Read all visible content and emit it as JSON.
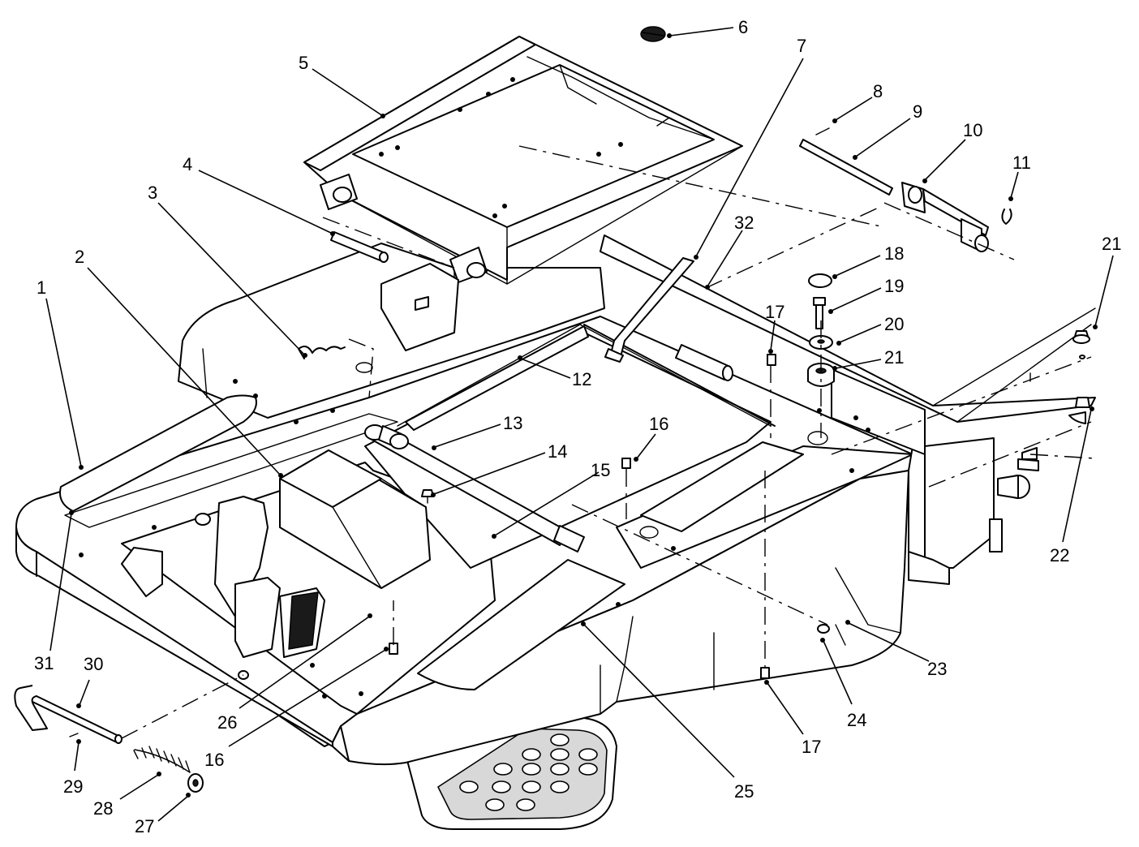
{
  "diagram": {
    "type": "exploded-parts-diagram",
    "callouts": [
      {
        "id": "c1",
        "number": "1"
      },
      {
        "id": "c2",
        "number": "2"
      },
      {
        "id": "c3",
        "number": "3"
      },
      {
        "id": "c4",
        "number": "4"
      },
      {
        "id": "c5",
        "number": "5"
      },
      {
        "id": "c6",
        "number": "6"
      },
      {
        "id": "c7",
        "number": "7"
      },
      {
        "id": "c8",
        "number": "8"
      },
      {
        "id": "c9",
        "number": "9"
      },
      {
        "id": "c10",
        "number": "10"
      },
      {
        "id": "c11",
        "number": "11"
      },
      {
        "id": "c12",
        "number": "12"
      },
      {
        "id": "c13",
        "number": "13"
      },
      {
        "id": "c14",
        "number": "14"
      },
      {
        "id": "c15",
        "number": "15"
      },
      {
        "id": "c16a",
        "number": "16"
      },
      {
        "id": "c16b",
        "number": "16"
      },
      {
        "id": "c17a",
        "number": "17"
      },
      {
        "id": "c17b",
        "number": "17"
      },
      {
        "id": "c18",
        "number": "18"
      },
      {
        "id": "c19",
        "number": "19"
      },
      {
        "id": "c20",
        "number": "20"
      },
      {
        "id": "c21a",
        "number": "21"
      },
      {
        "id": "c21b",
        "number": "21"
      },
      {
        "id": "c22",
        "number": "22"
      },
      {
        "id": "c23",
        "number": "23"
      },
      {
        "id": "c24",
        "number": "24"
      },
      {
        "id": "c25",
        "number": "25"
      },
      {
        "id": "c26",
        "number": "26"
      },
      {
        "id": "c27",
        "number": "27"
      },
      {
        "id": "c28",
        "number": "28"
      },
      {
        "id": "c29",
        "number": "29"
      },
      {
        "id": "c30",
        "number": "30"
      },
      {
        "id": "c31",
        "number": "31"
      },
      {
        "id": "c32",
        "number": "32"
      }
    ]
  }
}
